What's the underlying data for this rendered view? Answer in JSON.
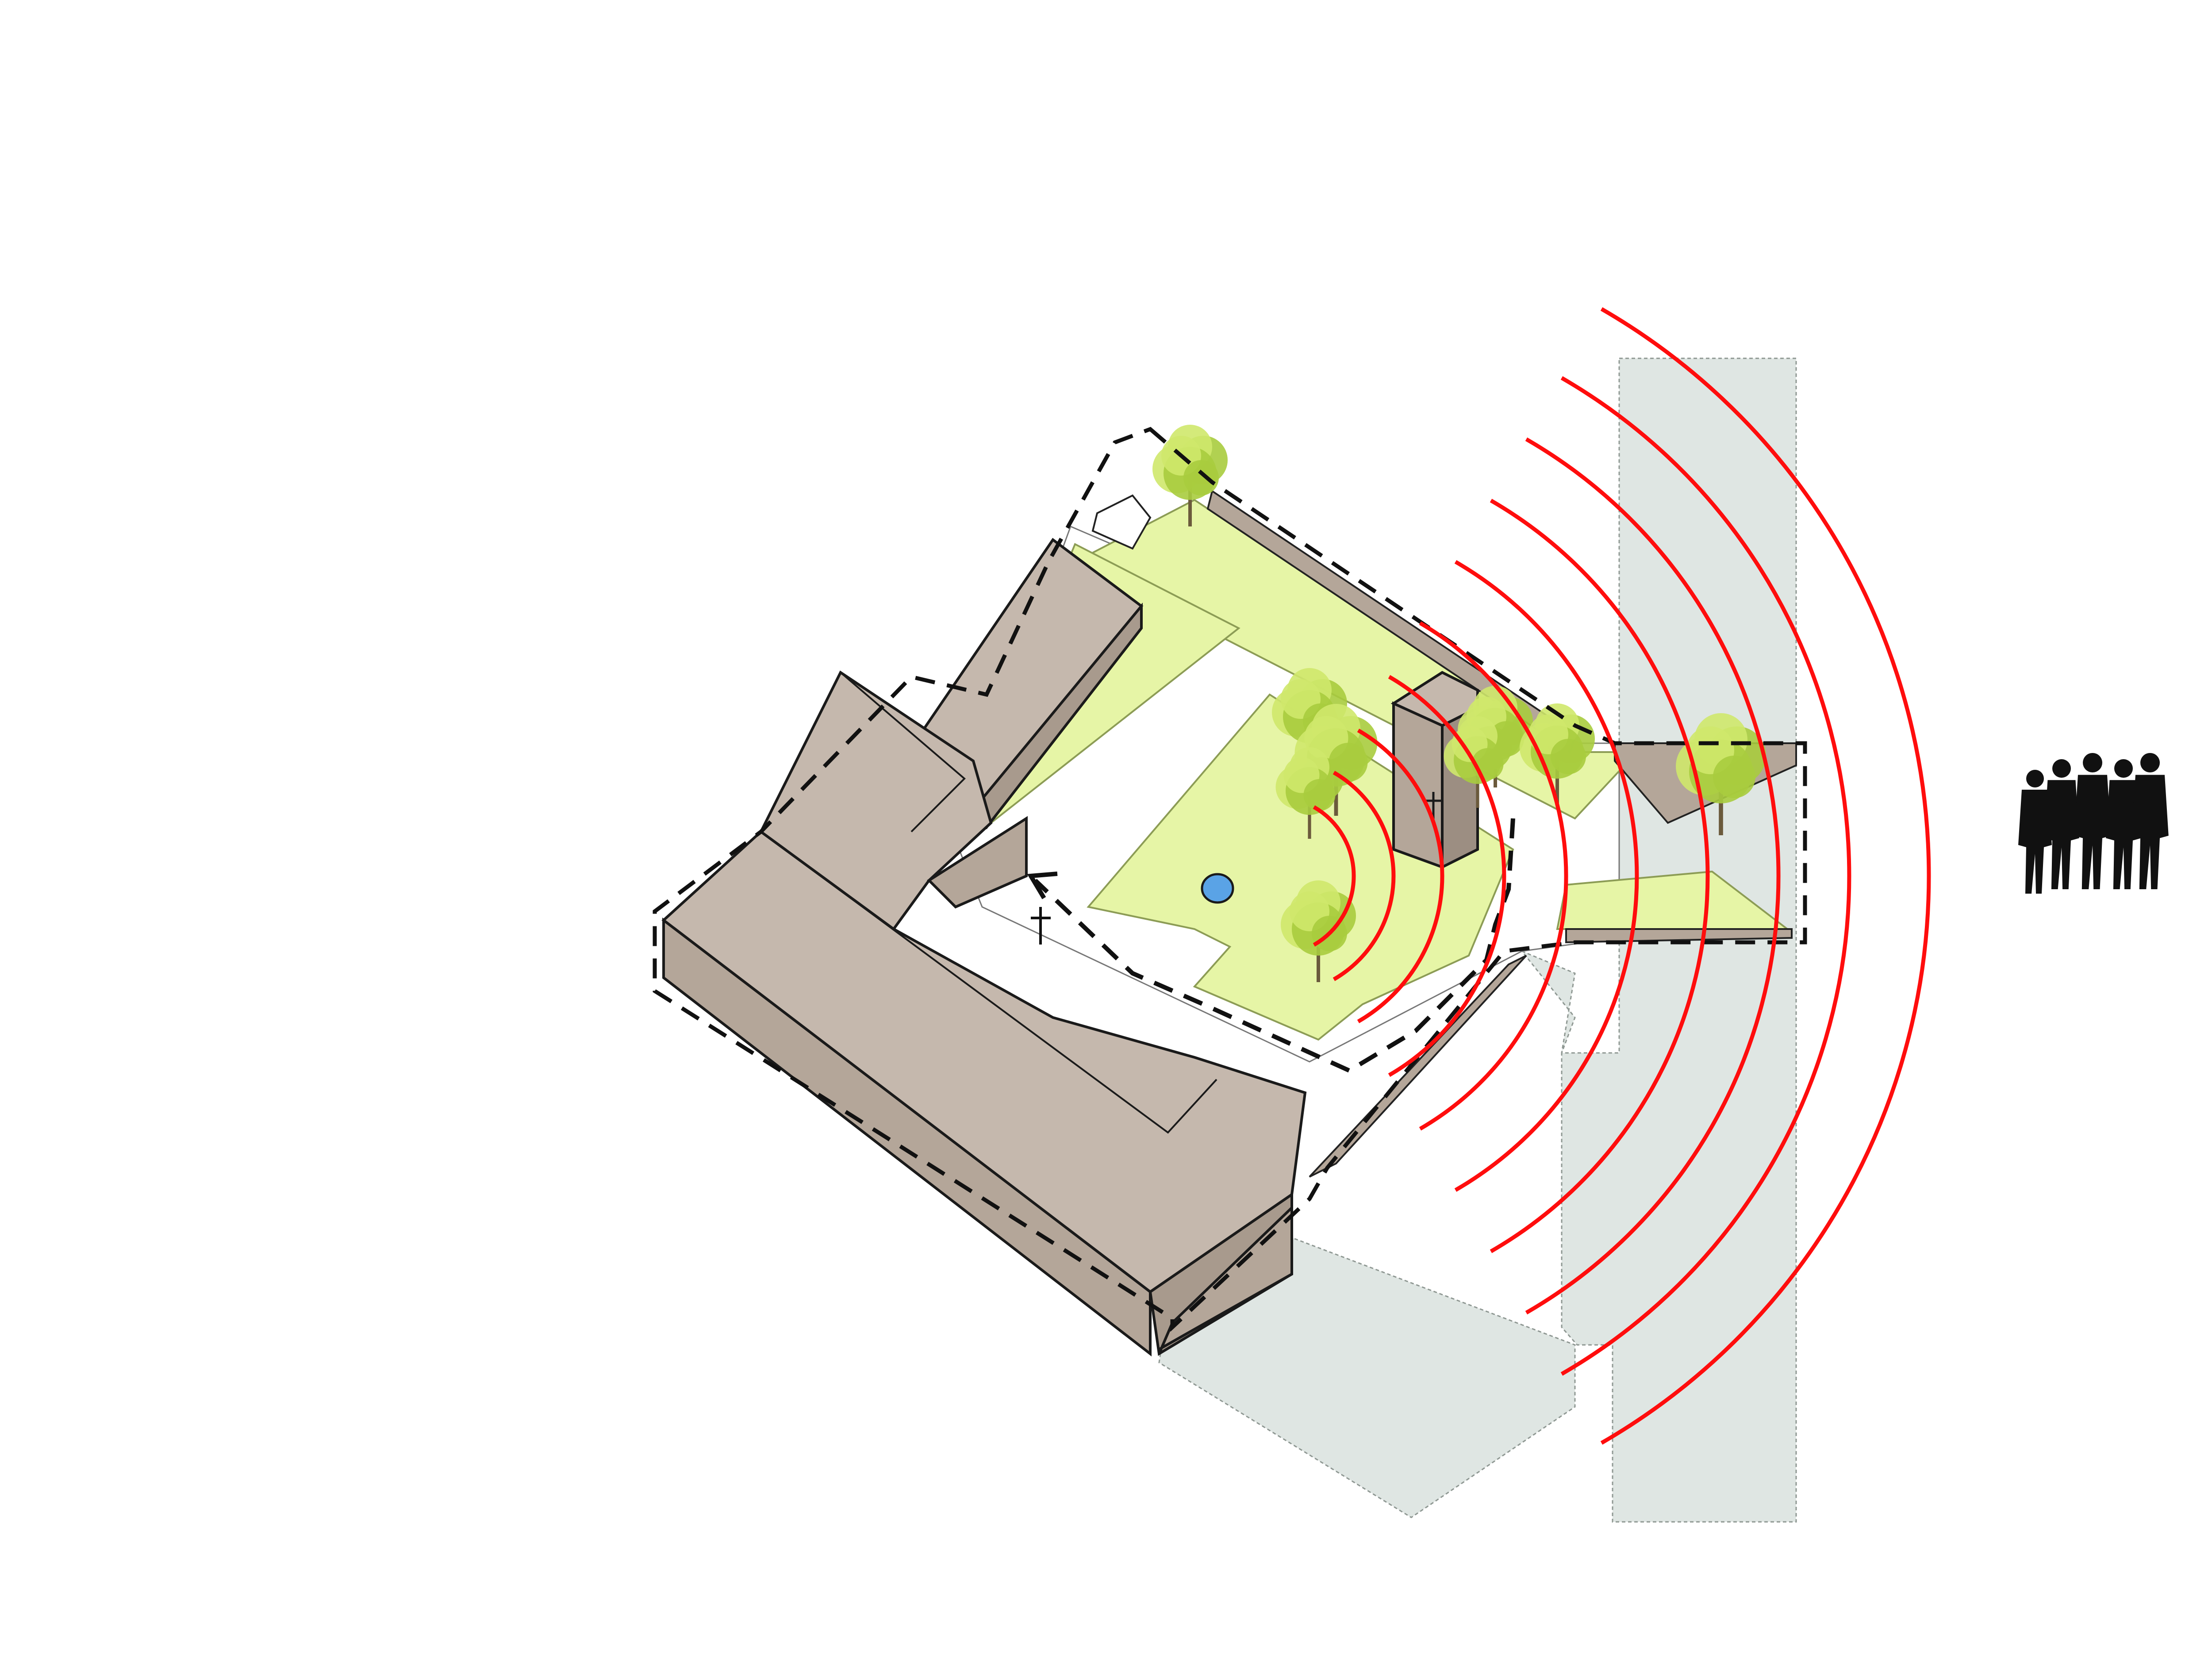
{
  "diagram": {
    "kind": "axonometric-site-diagram",
    "colors": {
      "background": "#ffffff",
      "building_top": "#c5b8ad",
      "building_side": "#b4a699",
      "building_edge": "#1a1a1a",
      "lawn": "#e6f5a6",
      "lawn_edge": "#8c9c55",
      "street": "#dfe6e3",
      "street_edge": "#8f9893",
      "tree_foliage": "#cfe86b",
      "tree_foliage_dark": "#a9cc3e",
      "tree_trunk": "#6b5a3c",
      "signal_arcs": "#ff0d0d",
      "route_dashes": "#111111",
      "fountain": "#5aa3e6",
      "people": "#111111"
    },
    "elements": {
      "site_boundary": "dashed-line",
      "entry_path": "dashed-arrow",
      "tower": "bell-tower",
      "cross": "cross-icon",
      "fountain": "fountain-icon",
      "people": "people-icon",
      "signal": "red-arcs"
    },
    "signal_arc_count": 10,
    "tree_count": 9,
    "people_count": 5
  }
}
